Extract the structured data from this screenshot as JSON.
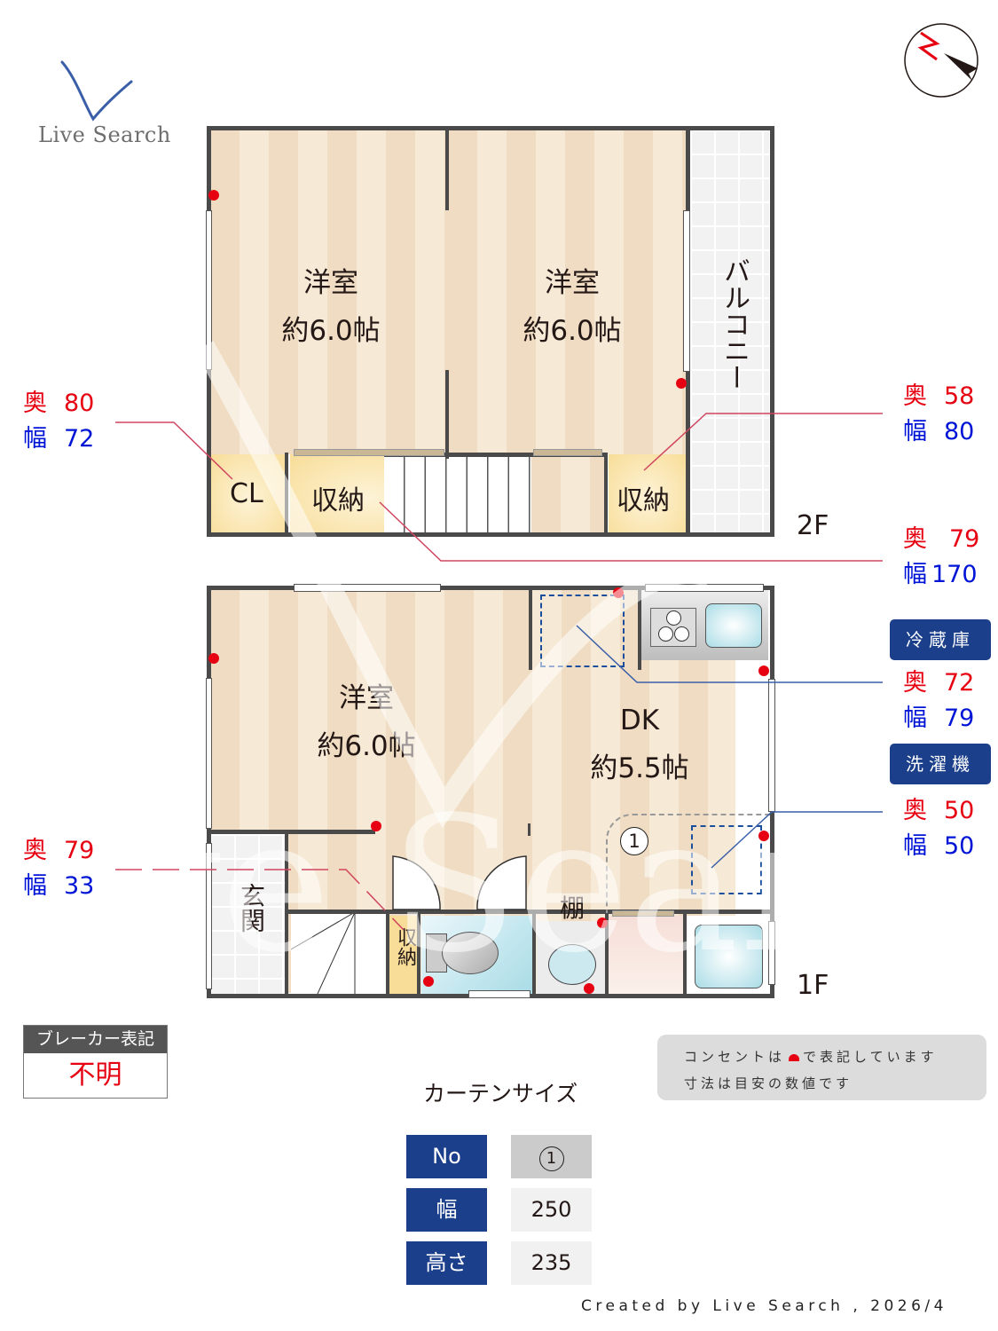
{
  "logo": {
    "text": "Live Search",
    "color": "#3a5fa8"
  },
  "compass": {
    "label": "N",
    "needle_color": "#231815",
    "n_color": "#e60012"
  },
  "floor2": {
    "tag": "2F",
    "rooms": [
      {
        "name": "洋室",
        "size": "約6.0帖"
      },
      {
        "name": "洋室",
        "size": "約6.0帖"
      }
    ],
    "balcony": "バルコニー",
    "closet_cl": "CL",
    "storage_left": "収納",
    "storage_right": "収納"
  },
  "floor1": {
    "tag": "1F",
    "western_room": {
      "name": "洋室",
      "size": "約6.0帖"
    },
    "dk": {
      "name": "DK",
      "size": "約5.5帖"
    },
    "entrance": "玄関",
    "storage": "収納",
    "shelf": "棚",
    "curtain_marker": "1"
  },
  "dimensions": {
    "cl": {
      "depth_label": "奥",
      "depth": "80",
      "width_label": "幅",
      "width": "72"
    },
    "storage_2f_right": {
      "depth_label": "奥",
      "depth": "58",
      "width_label": "幅",
      "width": "80"
    },
    "storage_2f_left": {
      "depth_label": "奥",
      "depth": "79",
      "width_label": "幅",
      "width": "170"
    },
    "fridge": {
      "title": "冷蔵庫",
      "depth_label": "奥",
      "depth": "72",
      "width_label": "幅",
      "width": "79"
    },
    "washer": {
      "title": "洗濯機",
      "depth_label": "奥",
      "depth": "50",
      "width_label": "幅",
      "width": "50"
    },
    "storage_1f": {
      "depth_label": "奥",
      "depth": "79",
      "width_label": "幅",
      "width": "33"
    }
  },
  "breaker": {
    "title": "ブレーカー表記",
    "value": "不明"
  },
  "note": {
    "line1_pre": "コンセントは",
    "line1_post": "で表記しています",
    "line2": "寸法は目安の数値です"
  },
  "curtain": {
    "title": "カーテンサイズ",
    "rows": [
      {
        "label": "No",
        "value": "1"
      },
      {
        "label": "幅",
        "value": "250"
      },
      {
        "label": "高さ",
        "value": "235"
      }
    ]
  },
  "footer": "Created by Live Search , 2026/4",
  "colors": {
    "depth": "#e60012",
    "width": "#0014d6",
    "badge": "#1b3f8b",
    "outlet": "#e60012"
  }
}
